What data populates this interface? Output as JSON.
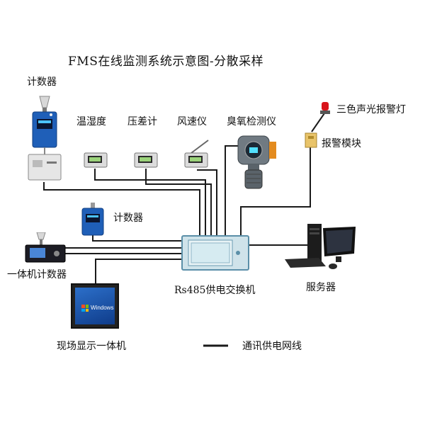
{
  "title": "FMS在线监测系统示意图-分散采样",
  "labels": {
    "counter_top": "计数器",
    "temp_humidity": "温湿度",
    "diff_pressure": "压差计",
    "anemometer": "风速仪",
    "ozone_detector": "臭氧检测仪",
    "alarm_lamp": "三色声光报警灯",
    "alarm_module": "报警模块",
    "counter_mid": "计数器",
    "integrated_counter": "一体机计数器",
    "switch": "Rs485供电交换机",
    "server": "服务器",
    "display": "现场显示一体机",
    "legend_line": "通讯供电网线"
  },
  "devices": {
    "windows_logo_text": "Windows"
  },
  "colors": {
    "wire": "#1a1a1a",
    "switch_body": "#cfe3ea",
    "switch_frame": "#5b8fa8",
    "counter_blue": "#1f5fb8",
    "alarm_red": "#d8141b",
    "module_yellow": "#e9c46a"
  }
}
